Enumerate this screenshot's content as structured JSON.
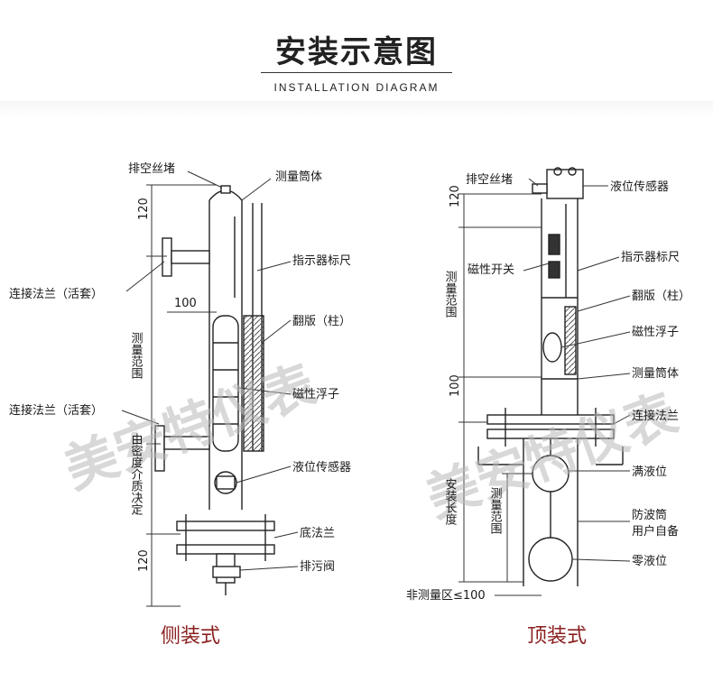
{
  "header": {
    "title": "安装示意图",
    "subtitle": "INSTALLATION DIAGRAM"
  },
  "watermark": "美安特仪表",
  "side": {
    "caption": "侧装式",
    "labels": {
      "vent_plug": "排空丝堵",
      "body": "测量筒体",
      "scale": "指示器标尺",
      "flange_upper": "连接法兰（活套）",
      "flap": "翻版（柱）",
      "float": "磁性浮子",
      "flange_lower": "连接法兰（活套）",
      "sensor": "液位传感器",
      "density": "由密度介质决定",
      "bottom_flange": "底法兰",
      "drain_valve": "排污阀"
    },
    "dims": {
      "top": "120",
      "offset": "100",
      "range": "测量范围",
      "bottom": "120"
    }
  },
  "top": {
    "caption": "顶装式",
    "labels": {
      "vent_plug": "排空丝堵",
      "sensor": "液位传感器",
      "scale": "指示器标尺",
      "switch": "磁性开关",
      "flap": "翻版（柱）",
      "float": "磁性浮子",
      "body": "测量筒体",
      "flange": "连接法兰",
      "full_level": "满液位",
      "stilling_well_1": "防波筒",
      "stilling_well_2": "用户自备",
      "zero_level": "零液位"
    },
    "dims": {
      "top": "120",
      "range": "测量范围",
      "gap": "100",
      "install_length": "安装长度",
      "range_lower": "测量范围",
      "non_measure": "非测量区≤100"
    }
  }
}
